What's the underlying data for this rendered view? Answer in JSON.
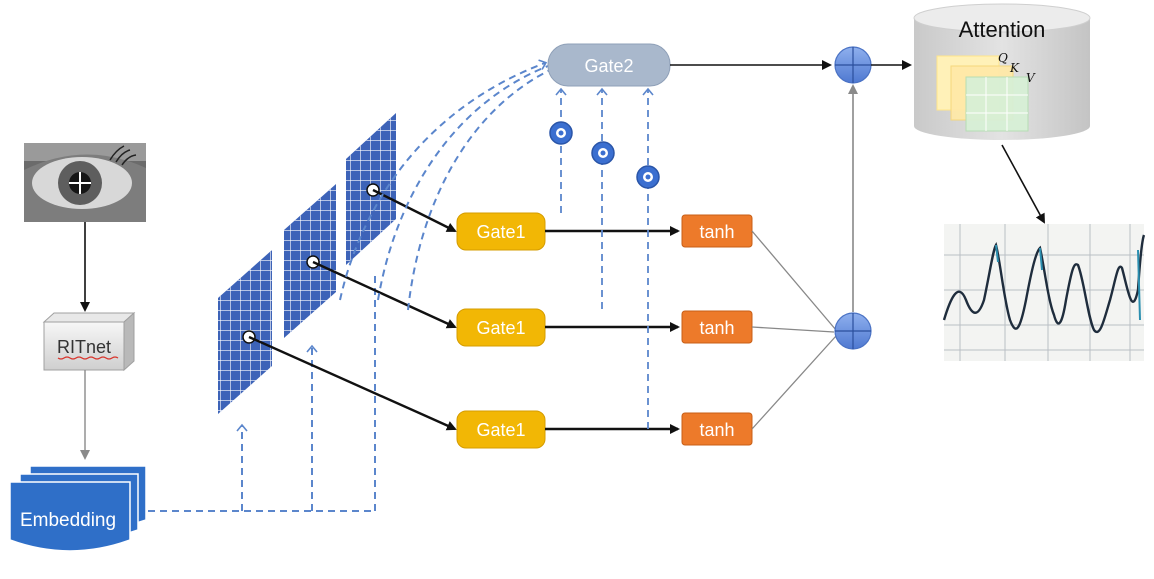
{
  "nodes": {
    "ritnet": "RITnet",
    "embedding": "Embedding",
    "gate2": "Gate2",
    "gate1_top": "Gate1",
    "gate1_mid": "Gate1",
    "gate1_bot": "Gate1",
    "tanh_top": "tanh",
    "tanh_mid": "tanh",
    "tanh_bot": "tanh",
    "attention": "Attention",
    "attention_q": "Q",
    "attention_k": "K",
    "attention_v": "V"
  },
  "colors": {
    "gate1_fill": "#f2b705",
    "tanh_fill": "#ed7a2a",
    "gate2_fill": "#a9b8cc",
    "panel_blue": "#3d63b8",
    "adder_blue": "#6f95e0",
    "dashed_blue": "#5b86cc",
    "embedding_blue": "#2f6fc8"
  },
  "icons": {
    "eye_image": "eye-image",
    "adder": "plus-circle-icon",
    "hadamard": "circle-dot-icon",
    "signal_plot": "waveform-plot"
  }
}
